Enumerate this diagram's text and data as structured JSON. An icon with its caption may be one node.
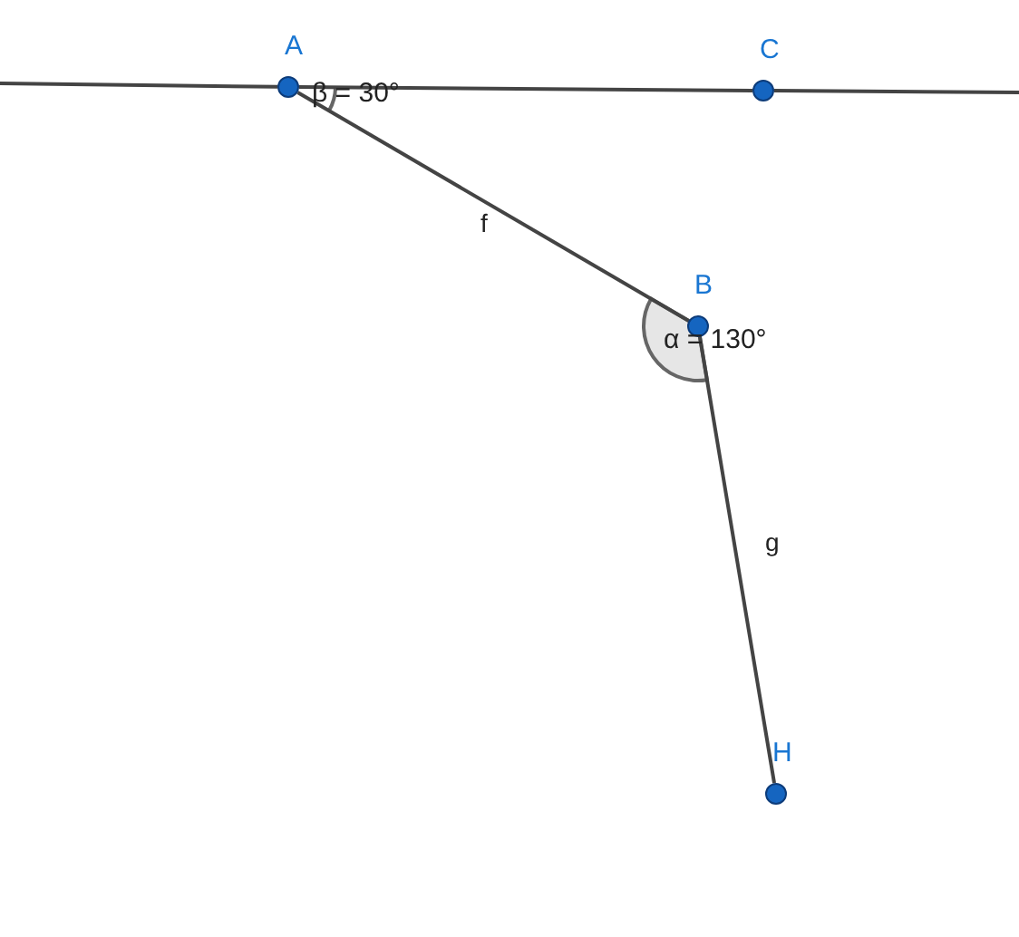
{
  "diagram": {
    "nodes": [
      {
        "text": [
          "A"
        ]
      },
      {
        "text": [
          "C"
        ]
      },
      {
        "text": [
          "B"
        ]
      },
      {
        "text": [
          "H"
        ]
      }
    ],
    "edges": [
      {
        "from": null,
        "to": 0,
        "arrow": "none"
      },
      {
        "from": 0,
        "to": 1,
        "arrow": "none"
      },
      {
        "from": 1,
        "to": null,
        "arrow": "none"
      },
      {
        "from": 0,
        "to": 2,
        "arrow": "none",
        "label": "f"
      },
      {
        "from": 2,
        "to": 3,
        "arrow": "none",
        "label": "g"
      }
    ],
    "labels": [
      "β = 30°",
      "α = 130°"
    ]
  }
}
